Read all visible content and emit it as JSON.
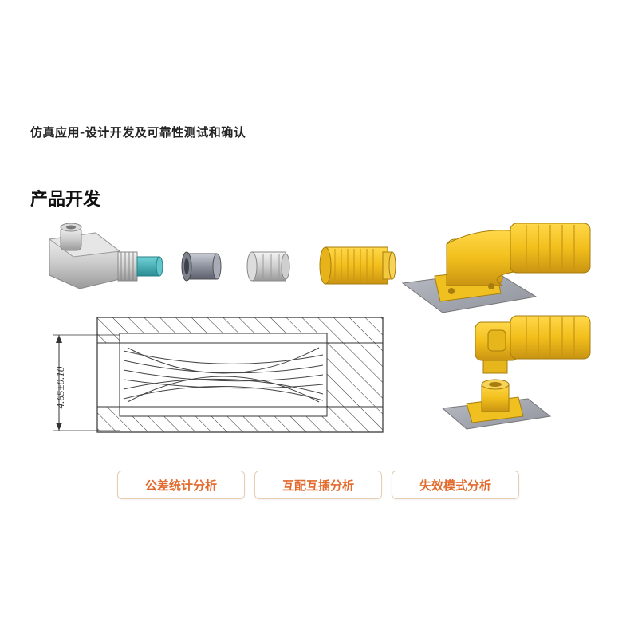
{
  "header": {
    "subtitle": "仿真应用-设计开发及可靠性测试和确认",
    "section_title": "产品开发"
  },
  "drawing": {
    "tolerance_label": "4.65±0.10"
  },
  "tags": [
    {
      "label": "公差统计分析"
    },
    {
      "label": "互配互插分析"
    },
    {
      "label": "失效模式分析"
    }
  ],
  "colors": {
    "accent": "#e26a2c",
    "tag_border": "#e8cdb0",
    "connector_yellow": "#f0c021",
    "teal": "#3fb0b8"
  }
}
